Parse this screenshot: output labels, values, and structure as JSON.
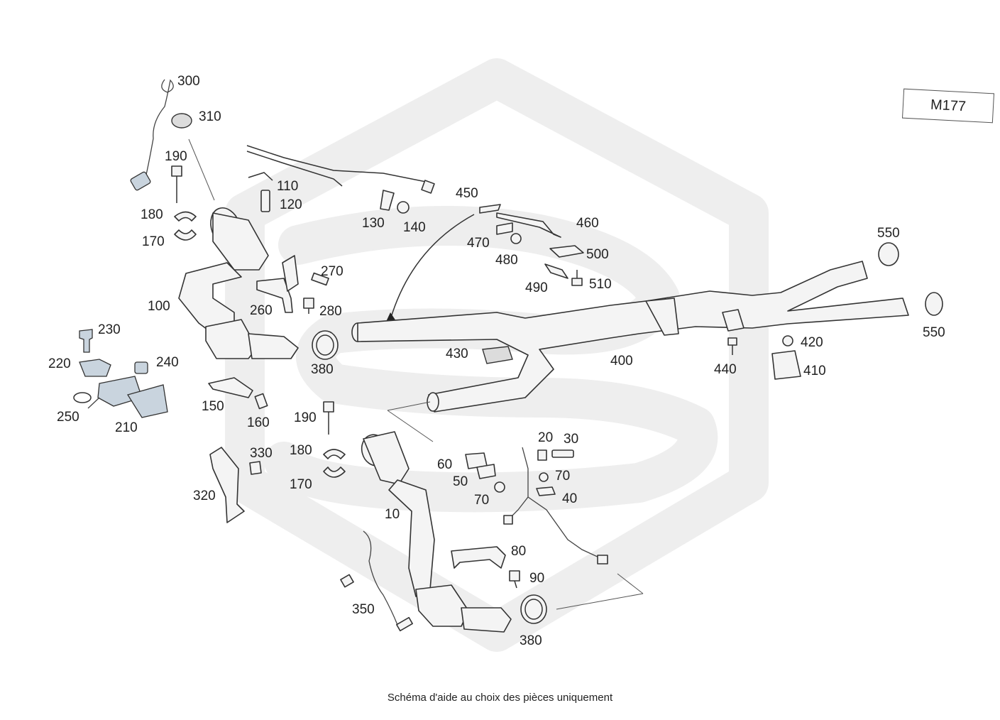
{
  "model": "M177",
  "caption": "Schéma d'aide au choix des pièces uniquement",
  "labels": {
    "l300": "300",
    "l310": "310",
    "l190a": "190",
    "l180a": "180",
    "l170a": "170",
    "l110": "110",
    "l120": "120",
    "l130": "130",
    "l140": "140",
    "l450": "450",
    "l460": "460",
    "l470": "470",
    "l480": "480",
    "l500": "500",
    "l490": "490",
    "l510": "510",
    "l550a": "550",
    "l550b": "550",
    "l270": "270",
    "l260": "260",
    "l280": "280",
    "l100": "100",
    "l230": "230",
    "l220": "220",
    "l240": "240",
    "l250": "250",
    "l210": "210",
    "l380a": "380",
    "l430": "430",
    "l400": "400",
    "l440": "440",
    "l420": "420",
    "l410": "410",
    "l150": "150",
    "l160": "160",
    "l190b": "190",
    "l180b": "180",
    "l170b": "170",
    "l330": "330",
    "l320": "320",
    "l20": "20",
    "l30": "30",
    "l60": "60",
    "l50": "50",
    "l70a": "70",
    "l70b": "70",
    "l40": "40",
    "l10": "10",
    "l80": "80",
    "l90": "90",
    "l350": "350",
    "l380b": "380"
  }
}
